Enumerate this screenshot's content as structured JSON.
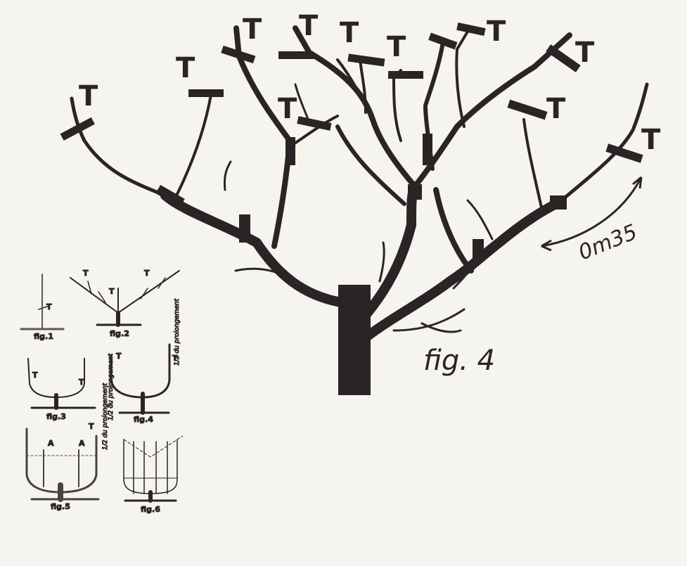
{
  "main_figure": {
    "caption": "fig. 4",
    "cut_marker": "T",
    "measurement": "0m35"
  },
  "thumbnails": [
    {
      "caption": "fig.1",
      "marker": "T"
    },
    {
      "caption": "fig.2",
      "marker": "T"
    },
    {
      "caption": "fig.3",
      "marker": "T"
    },
    {
      "caption": "fig.4",
      "marker": "T",
      "note_a": "1/2 du prolongement",
      "note_b": "1/2 du prolongement"
    },
    {
      "caption": "fig.5",
      "marker": "T",
      "marker_a": "A",
      "note": "1/2 du prolongement"
    },
    {
      "caption": "fig.6"
    }
  ],
  "colors": {
    "ink": "#2a2426",
    "paper": "#f6f4ee"
  }
}
